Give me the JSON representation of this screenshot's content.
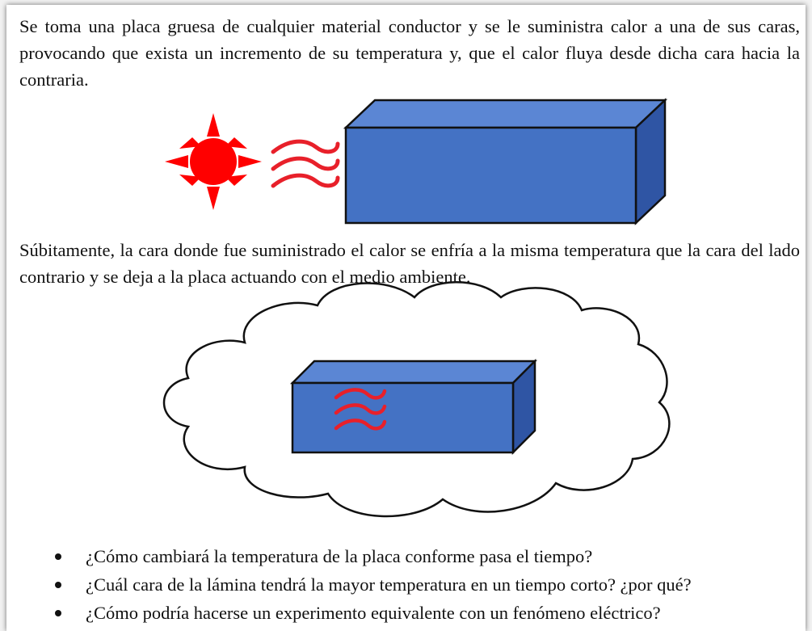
{
  "paragraphs": {
    "intro": "Se toma una placa gruesa de cualquier material conductor y se le suministra calor a una de sus caras, provocando que exista un incremento de su temperatura y, que el calor fluya desde dicha cara hacia la contraria.",
    "second": "Súbitamente, la cara donde fue suministrado el calor se enfría a la misma temperatura que la cara del lado contrario y se deja a la placa actuando con el medio ambiente."
  },
  "questions": [
    "¿Cómo cambiará la temperatura de la placa conforme pasa el tiempo?",
    "¿Cuál cara de la lámina tendrá la mayor temperatura en un tiempo corto? ¿por qué?",
    "¿Cómo podría hacerse un experimento equivalente con un fenómeno eléctrico?"
  ],
  "colors": {
    "sun": "#ff0000",
    "heat_waves": "#e8202a",
    "block_front": "#4472c4",
    "block_top": "#5b86d4",
    "block_side": "#2f55a4",
    "outline": "#111111"
  },
  "icons": [
    "sun-icon",
    "heat-waves-icon",
    "cloud-shape"
  ]
}
